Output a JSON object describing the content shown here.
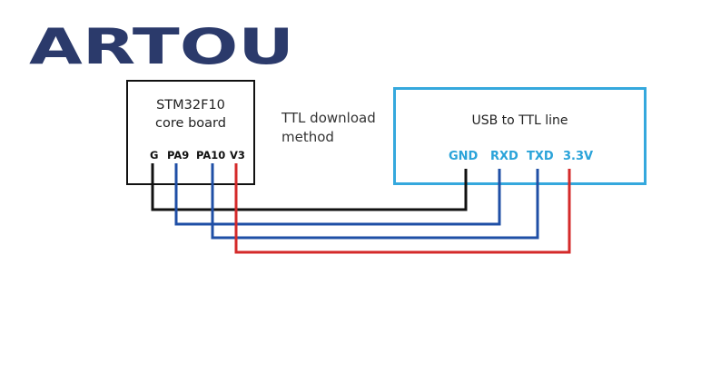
{
  "logo": {
    "text": "ARTOU",
    "color": "#2b3a6b"
  },
  "board": {
    "name": "STM32F10\ncore board",
    "pins": [
      "G",
      "PA9",
      "PA10",
      "V3"
    ]
  },
  "method_label": "TTL download\nmethod",
  "usb_adapter": {
    "name": "USB to TTL line",
    "pins": [
      "GND",
      "RXD",
      "TXD",
      "3.3V"
    ],
    "border_color": "#35a8dd",
    "pin_color": "#2aa3d9"
  },
  "connections": [
    {
      "from": "G",
      "to": "GND",
      "color": "#111111"
    },
    {
      "from": "PA9",
      "to": "RXD",
      "color": "#1f4fa6"
    },
    {
      "from": "PA10",
      "to": "TXD",
      "color": "#1f4fa6"
    },
    {
      "from": "V3",
      "to": "3.3V",
      "color": "#d42a2a"
    }
  ]
}
